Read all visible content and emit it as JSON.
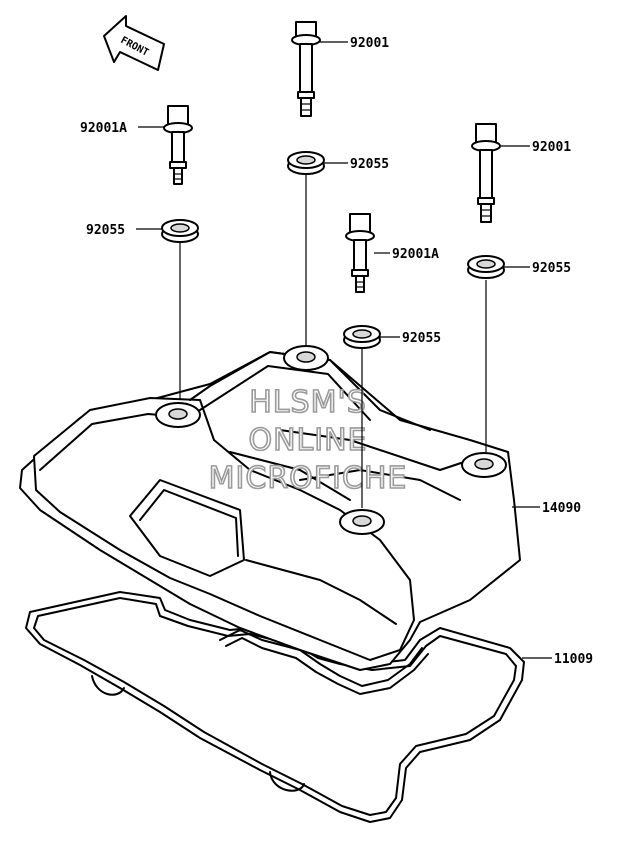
{
  "front_label": "FRONT",
  "watermark": {
    "line1": "HLSM'S",
    "line2": "ONLINE",
    "line3": "MICROFICHE"
  },
  "part_labels": {
    "bolt_top": "92001",
    "bolt_left": "92001A",
    "bolt_right": "92001",
    "bolt_mid": "92001A",
    "washer_top": "92055",
    "washer_left": "92055",
    "washer_right": "92055",
    "washer_mid": "92055",
    "cylinder_head_cover": "14090",
    "gasket": "11009"
  }
}
